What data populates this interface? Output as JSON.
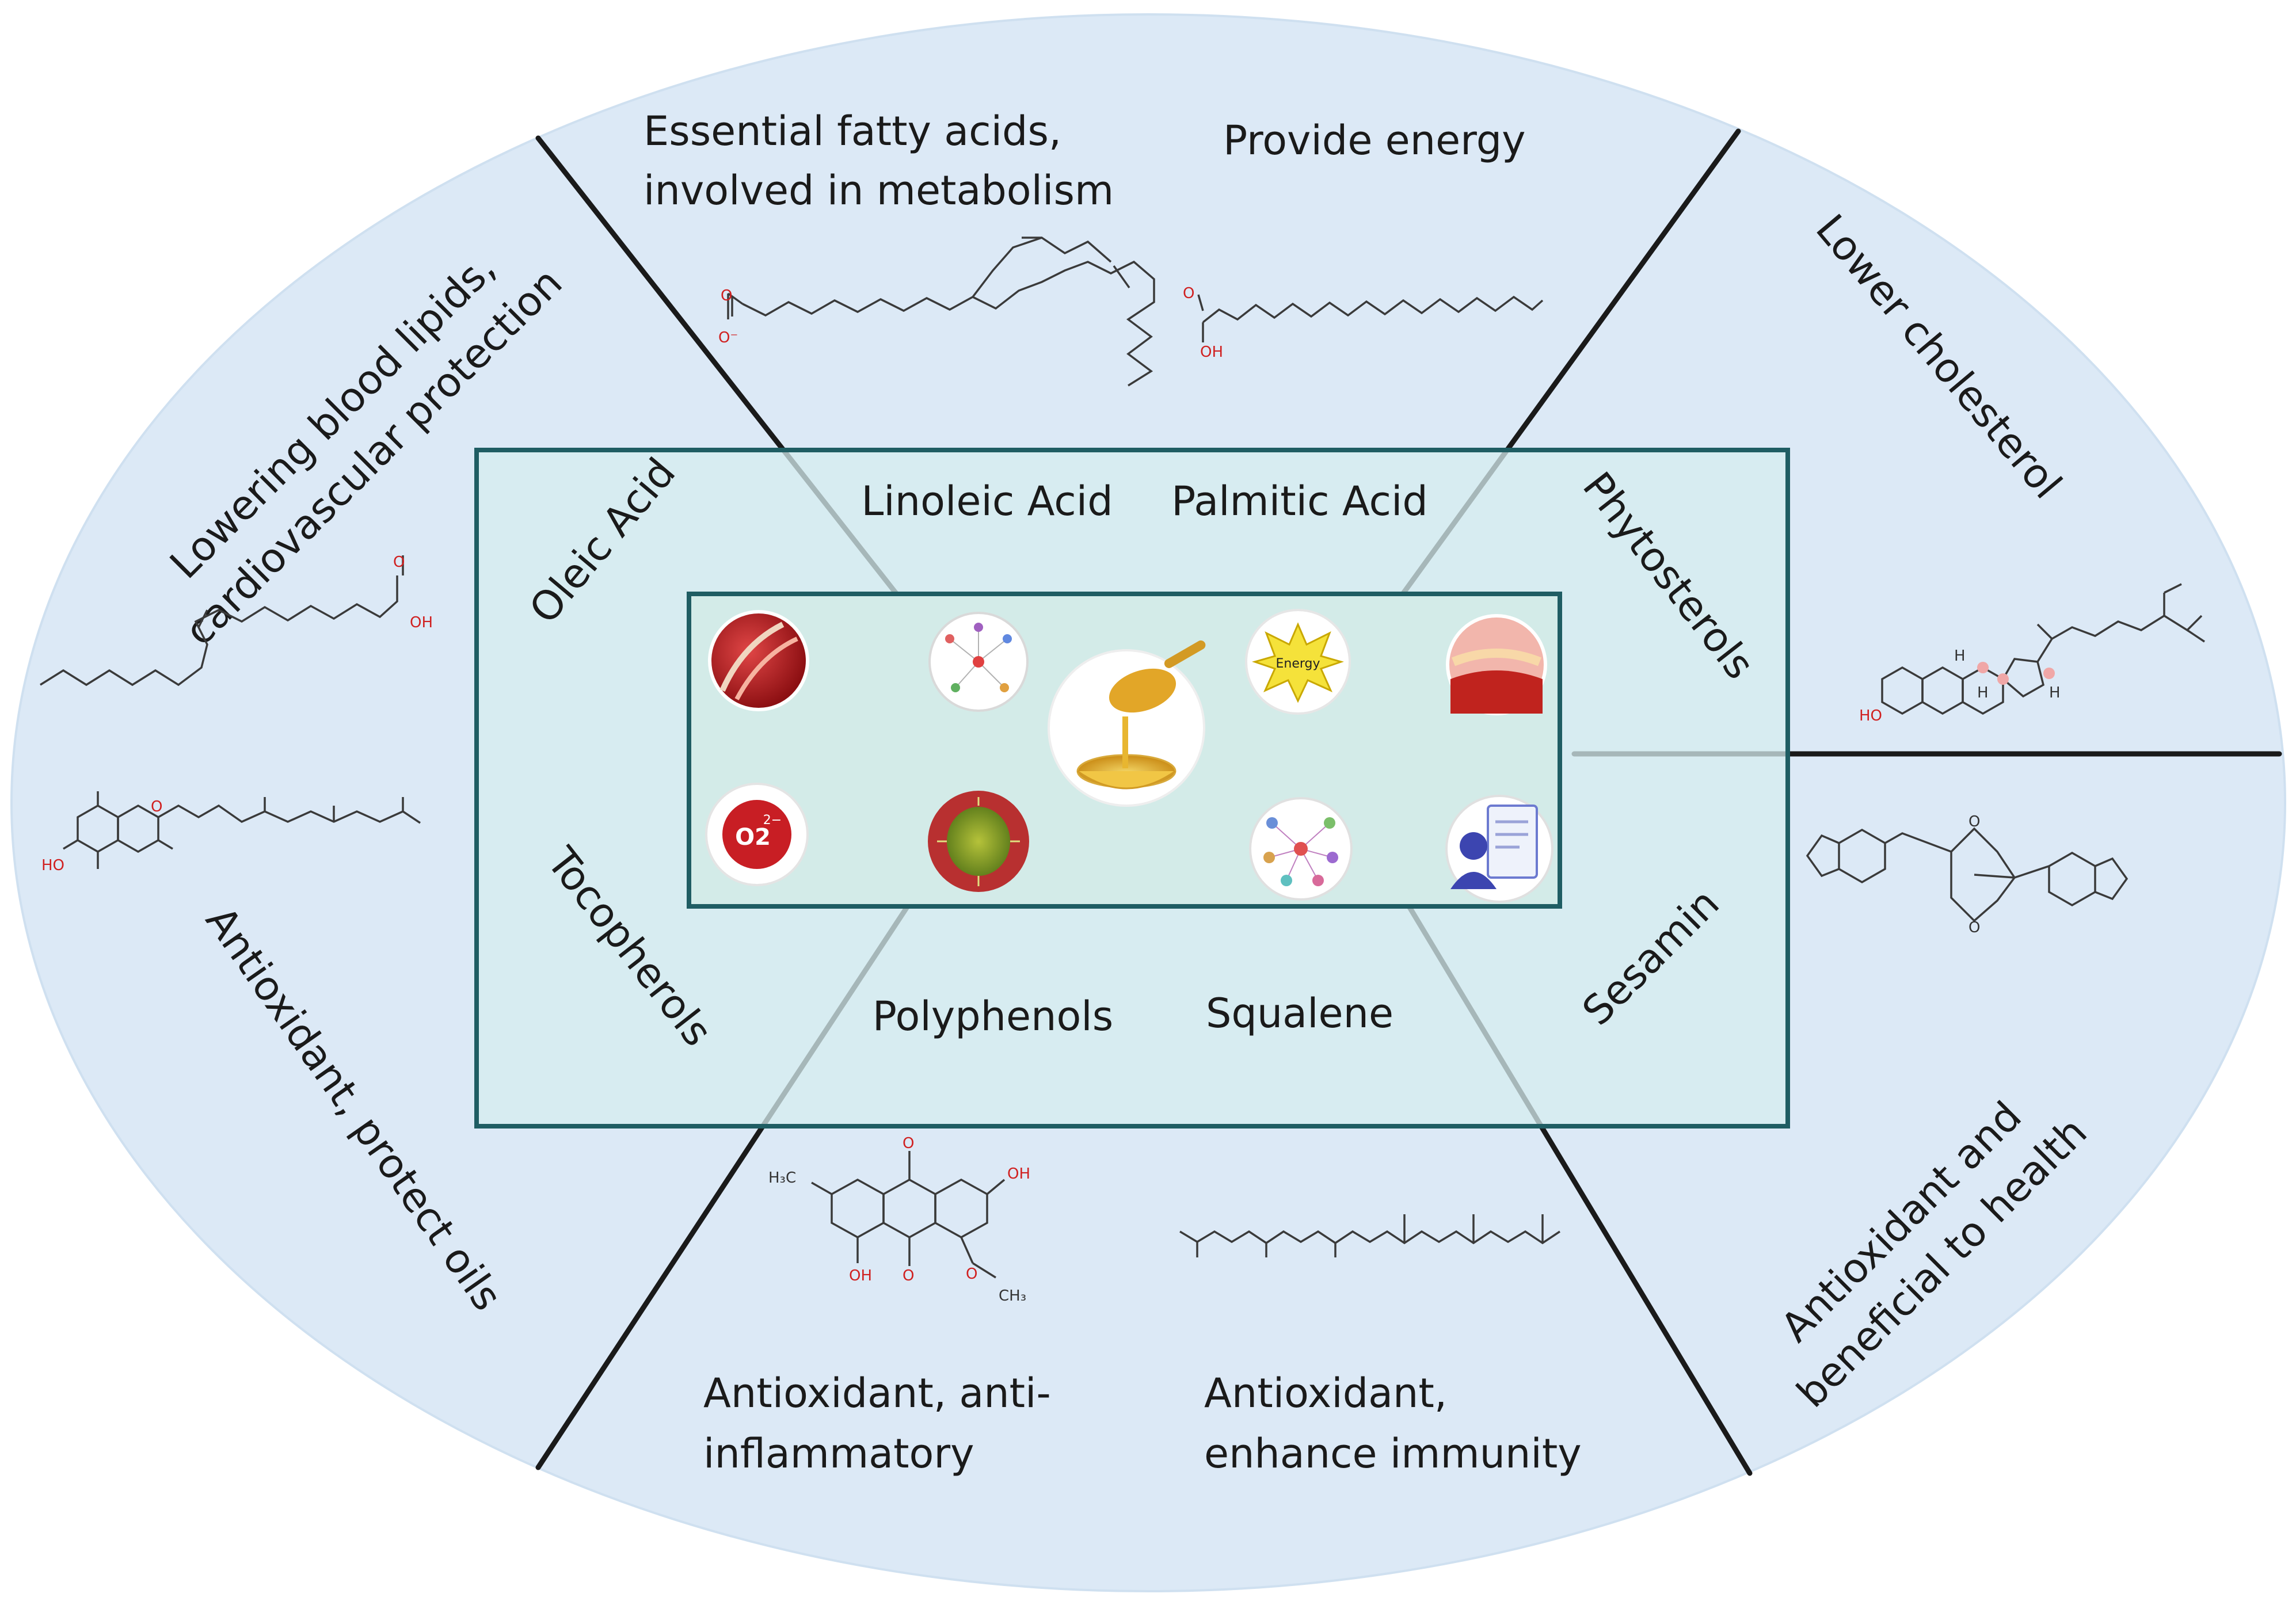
{
  "colors": {
    "ellipse_fill": "#dce9f6",
    "outer_rect_fill": "#d6ecef",
    "rect_stroke": "#1f5d63",
    "divider": "#1a1a1a"
  },
  "components": {
    "linoleic": "Linoleic Acid",
    "palmitic": "Palmitic Acid",
    "oleic": "Oleic Acid",
    "phytosterols": "Phytosterols",
    "tocopherols": "Tocopherols",
    "sesamin": "Sesamin",
    "polyphenols": "Polyphenols",
    "squalene": "Squalene"
  },
  "functions": {
    "linoleic": [
      "Essential fatty acids,",
      "involved in metabolism"
    ],
    "palmitic": "Provide energy",
    "oleic": [
      "Lowering blood lipids,",
      "cardiovascular protection"
    ],
    "phytosterols": "Lower cholesterol",
    "tocopherols": "Antioxidant, protect oils",
    "sesamin": [
      "Antioxidant and",
      "beneficial to health"
    ],
    "polyphenols": [
      "Antioxidant, anti-",
      "inflammatory"
    ],
    "squalene": [
      "Antioxidant,",
      "enhance immunity"
    ]
  },
  "center_icons": [
    {
      "name": "blood-vessel-icon"
    },
    {
      "name": "metabolic-network-icon"
    },
    {
      "name": "energy-burst-icon",
      "label": "Energy"
    },
    {
      "name": "artery-plaque-icon"
    },
    {
      "name": "oxygen-radical-icon",
      "label": "O2",
      "sup": "2−"
    },
    {
      "name": "inflammation-cell-icon"
    },
    {
      "name": "immune-network-icon"
    },
    {
      "name": "health-report-icon"
    },
    {
      "name": "oil-honey-dipper-icon"
    }
  ],
  "atoms": {
    "o": "O",
    "oh": "OH",
    "ho": "HO",
    "h": "H",
    "o_minus": "O⁻",
    "h3c": "H₃C",
    "ch3": "CH₃"
  }
}
